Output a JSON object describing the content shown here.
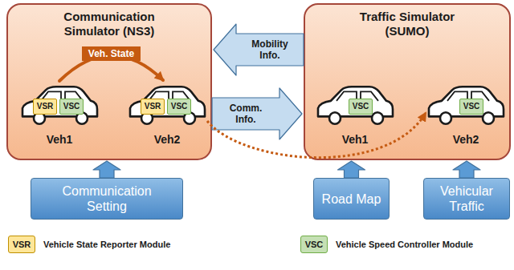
{
  "diagram": {
    "nodes": [
      {
        "text": [
          "Communication Simulator (NS3)"
        ]
      },
      {
        "text": [
          "Traffic Simulator (SUMO)"
        ]
      },
      {
        "text": [
          "Veh1"
        ],
        "in": 0
      },
      {
        "text": [
          "VSR"
        ],
        "in": 2
      },
      {
        "text": [
          "VSC"
        ],
        "in": 2
      },
      {
        "text": [
          "Veh2"
        ],
        "in": 0
      },
      {
        "text": [
          "VSR"
        ],
        "in": 5
      },
      {
        "text": [
          "VSC"
        ],
        "in": 5
      },
      {
        "text": [
          "Veh1"
        ],
        "in": 1
      },
      {
        "text": [
          "VSC"
        ],
        "in": 8
      },
      {
        "text": [
          "Veh2"
        ],
        "in": 1
      },
      {
        "text": [
          "VSC"
        ],
        "in": 10
      },
      {
        "text": [
          "Communication Setting"
        ]
      },
      {
        "text": [
          "Road Map"
        ]
      },
      {
        "text": [
          "Vehicular Traffic"
        ]
      }
    ],
    "edges": [
      {
        "from": 2,
        "to": 5,
        "label": "Veh. State",
        "arrow": "to"
      },
      {
        "from": 1,
        "to": 0,
        "label": "Mobility Info.",
        "arrow": "to"
      },
      {
        "from": 0,
        "to": 1,
        "label": "Comm. Info.",
        "arrow": "to"
      },
      {
        "from": 5,
        "to": 10,
        "arrow": "to"
      },
      {
        "from": 12,
        "to": 0,
        "arrow": "to"
      },
      {
        "from": 13,
        "to": 1,
        "arrow": "to"
      },
      {
        "from": 14,
        "to": 1,
        "arrow": "to"
      }
    ],
    "labels": [
      "VSR",
      "VSC"
    ],
    "legend": [
      {
        "text": "Vehicle State Reporter Module",
        "color": "#ffe699"
      },
      {
        "text": "Vehicle Speed Controller Module",
        "color": "#c5e0b4"
      }
    ]
  }
}
